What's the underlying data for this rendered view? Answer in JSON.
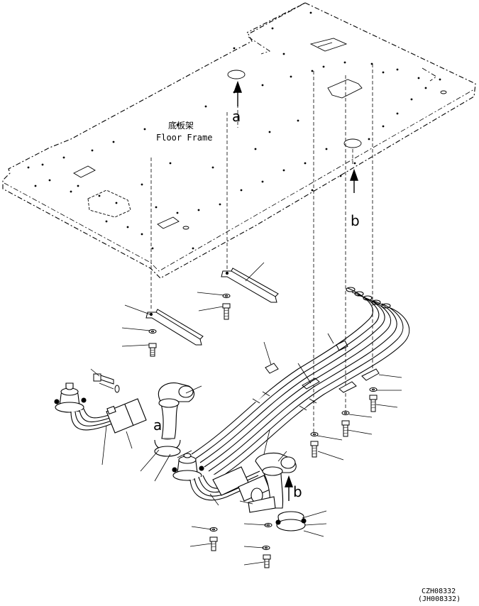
{
  "frame_label": {
    "chinese": "底板架",
    "english": "Floor Frame"
  },
  "view_markers": {
    "a": "a",
    "b": "b"
  },
  "drawing_codes": {
    "primary": "CZH08332",
    "secondary": "(JH008332)"
  }
}
